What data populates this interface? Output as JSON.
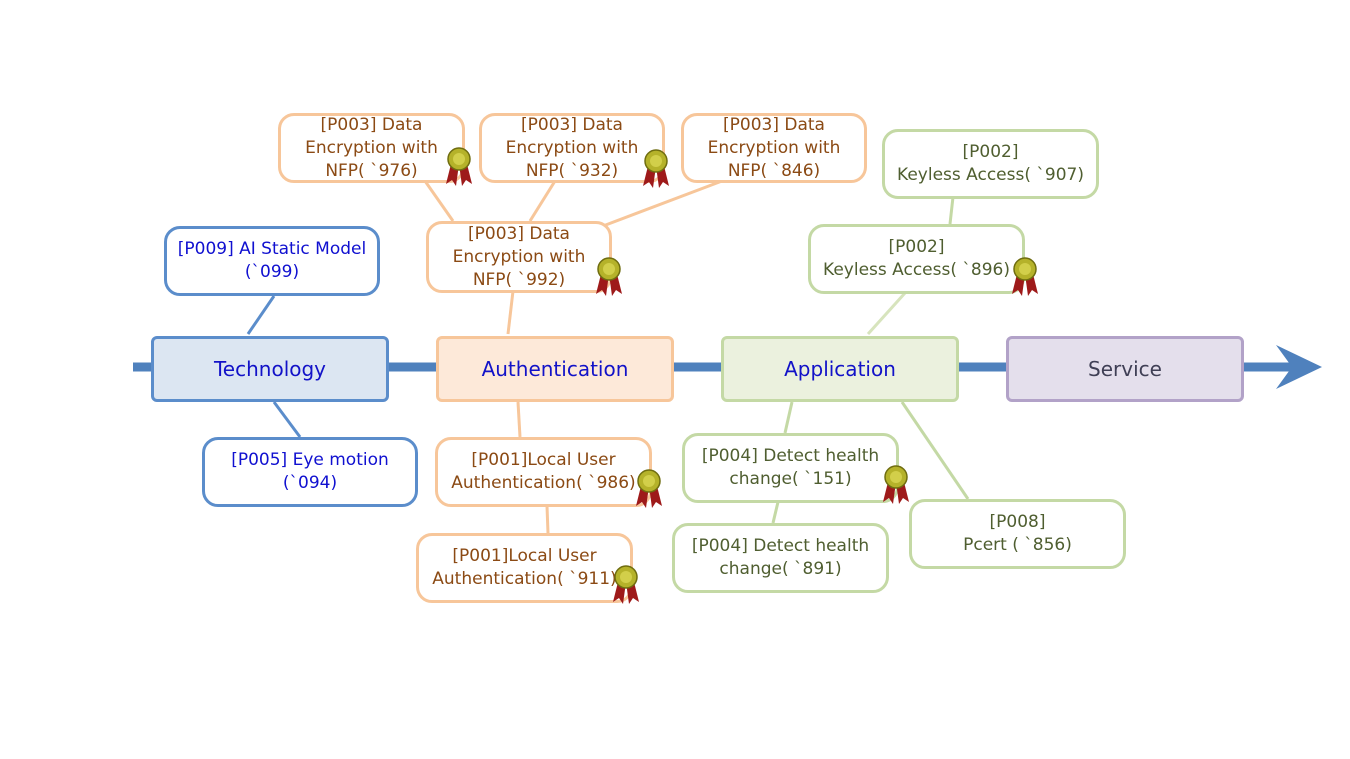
{
  "categories": {
    "technology": "Technology",
    "authentication": "Authentication",
    "application": "Application",
    "service": "Service"
  },
  "patents": {
    "p009_099": "[P009] AI Static Model\n(`099)",
    "p005_094": "[P005] Eye motion\n(`094)",
    "p003_976": "[P003] Data\nEncryption with\nNFP( `976)",
    "p003_932": "[P003] Data\nEncryption with\nNFP( `932)",
    "p003_846": "[P003] Data\nEncryption with\nNFP( `846)",
    "p003_992": "[P003] Data\nEncryption with\nNFP( `992)",
    "p001_986": "[P001]Local User\nAuthentication( `986)",
    "p001_911": "[P001]Local User\nAuthentication( `911)",
    "p002_907": "[P002]\nKeyless Access( `907)",
    "p002_896": "[P002]\nKeyless Access( `896)",
    "p004_151": "[P004] Detect health\nchange( `151)",
    "p004_891": "[P004] Detect health\nchange( `891)",
    "p008_856": "[P008]\nPcert ( `856)"
  },
  "colors": {
    "timeline": "#4F81BD",
    "technology": "#5B8DCB",
    "authentication": "#F7C69A",
    "application": "#C4D9A5",
    "service": "#B2A2C8",
    "award_medal": "#B5B22A",
    "award_ribbon": "#9E1A1A"
  },
  "icons": {
    "award": "award-ribbon-icon",
    "arrow": "arrow-right-icon"
  }
}
